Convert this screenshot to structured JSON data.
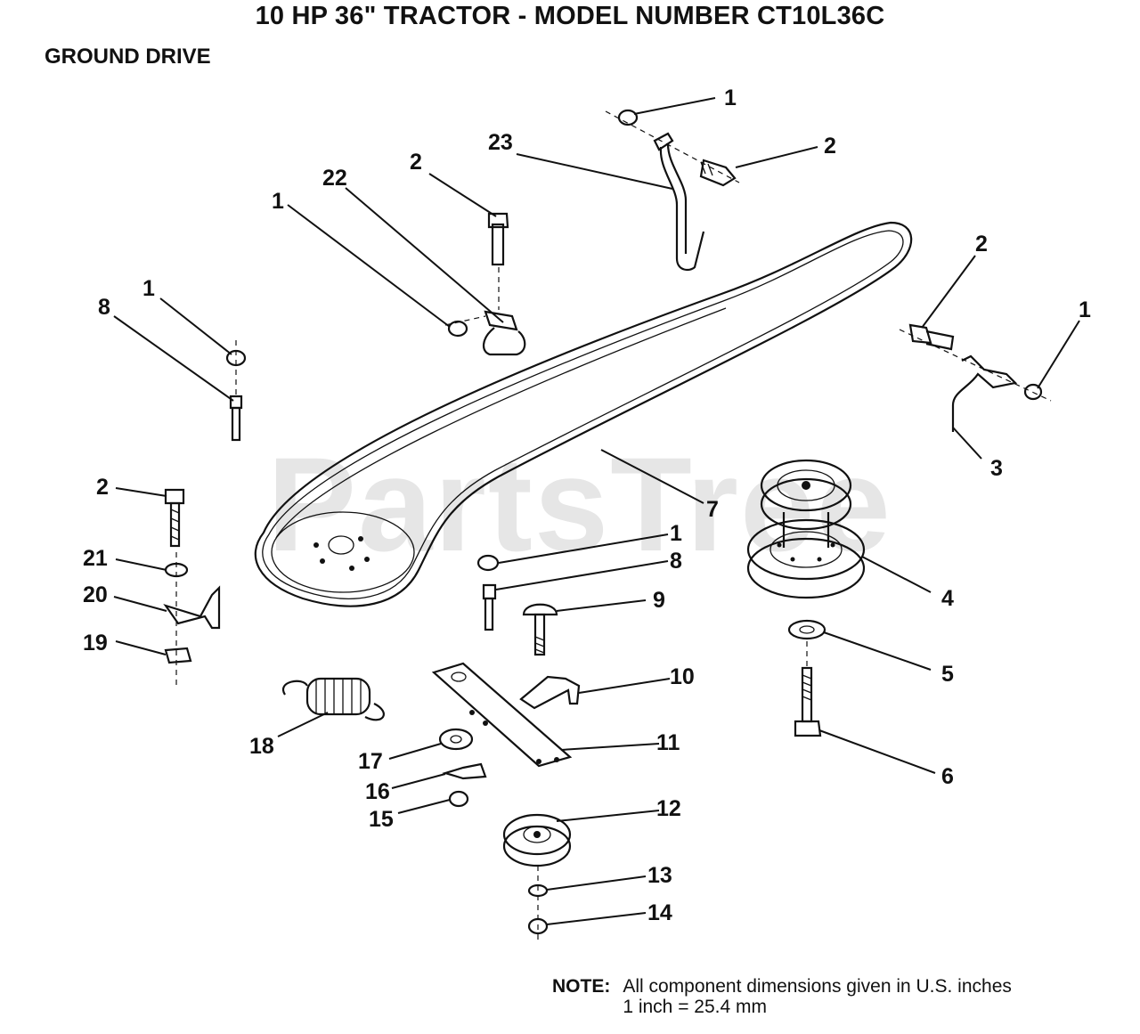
{
  "title": "10 HP 36\" TRACTOR  - MODEL NUMBER CT10L36C",
  "section": "GROUND DRIVE",
  "watermark": "PartsTree",
  "note": {
    "label": "NOTE:",
    "line1": "All component dimensions given in U.S. inches",
    "line2": "1 inch = 25.4 mm"
  },
  "callouts": {
    "c1a": "1",
    "c2a": "2",
    "c23": "23",
    "c2b": "2",
    "c22": "22",
    "c1b": "1",
    "c1c": "1",
    "c8a": "8",
    "c2c": "2",
    "c1d": "1",
    "c3": "3",
    "c7": "7",
    "c2d": "2",
    "c21": "21",
    "c20": "20",
    "c19": "19",
    "c1e": "1",
    "c8b": "8",
    "c9": "9",
    "c4": "4",
    "c5": "5",
    "c10": "10",
    "c18": "18",
    "c11": "11",
    "c6": "6",
    "c17": "17",
    "c16": "16",
    "c15": "15",
    "c12": "12",
    "c13": "13",
    "c14": "14"
  }
}
